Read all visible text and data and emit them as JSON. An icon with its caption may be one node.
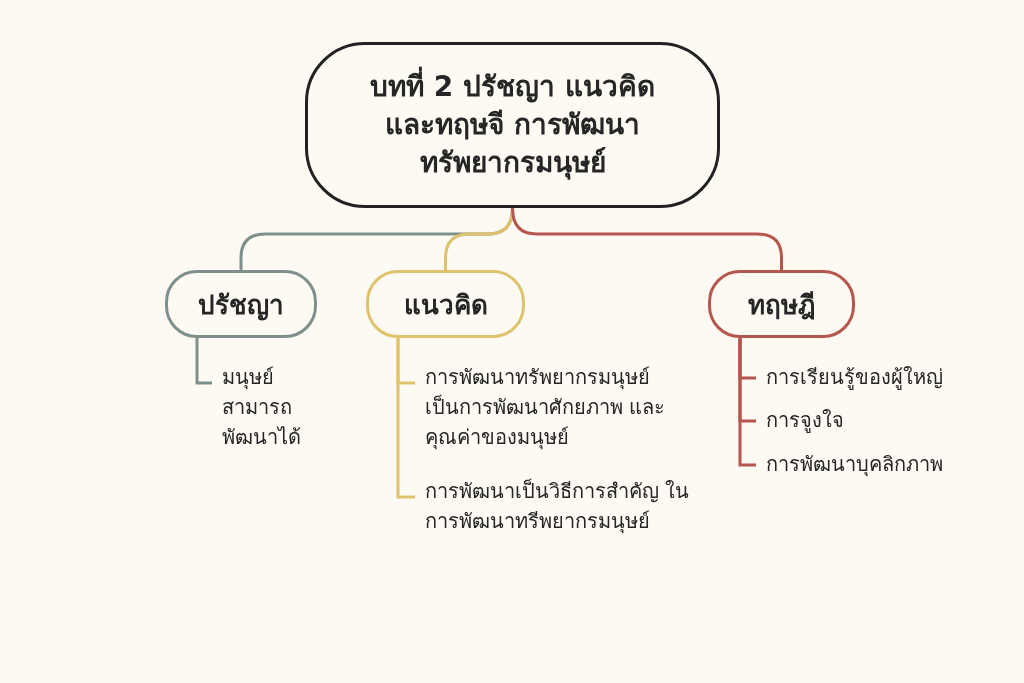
{
  "diagram": {
    "nodes": [
      {
        "text": [
          "บทที่ 2 ปรัชญา แนวคิด และทฤษจี การพัฒนาทรัพยากรมนุษย์"
        ]
      },
      {
        "text": [
          "ปรัชญา"
        ]
      },
      {
        "text": [
          "แนวคิด"
        ]
      },
      {
        "text": [
          "ทฤษฎี"
        ]
      },
      {
        "text": [
          "มนุษย์ สามารถ พัฒนาได้"
        ]
      },
      {
        "text": [
          "การพัฒนาทรัพยากรมนุษย์ เป็นการพัฒนาศักยภาพ และคุณค่าของมนุษย์"
        ]
      },
      {
        "text": [
          "การพัฒนาเป็นวิธีการสำคัญ ในการพัฒนาทรีพยากรมนุษย์"
        ]
      },
      {
        "text": [
          "การเรียนรู้ของผู้ใหญ่"
        ]
      },
      {
        "text": [
          "การจูงใจ"
        ]
      },
      {
        "text": [
          "การพัฒนาบุคลิกภาพ"
        ]
      }
    ],
    "edges": [
      {
        "from": 0,
        "to": 1,
        "arrow": "none",
        "color": "#7f8f8c"
      },
      {
        "from": 0,
        "to": 2,
        "arrow": "none",
        "color": "#dfc36c"
      },
      {
        "from": 0,
        "to": 3,
        "arrow": "none",
        "color": "#b5574e"
      },
      {
        "from": 1,
        "to": 4,
        "arrow": "none",
        "color": "#7f8f8c"
      },
      {
        "from": 2,
        "to": 5,
        "arrow": "none",
        "color": "#dfc36c"
      },
      {
        "from": 2,
        "to": 6,
        "arrow": "none",
        "color": "#dfc36c"
      },
      {
        "from": 3,
        "to": 7,
        "arrow": "none",
        "color": "#b5574e"
      },
      {
        "from": 3,
        "to": 8,
        "arrow": "none",
        "color": "#b5574e"
      },
      {
        "from": 3,
        "to": 9,
        "arrow": "none",
        "color": "#b5574e"
      }
    ]
  }
}
